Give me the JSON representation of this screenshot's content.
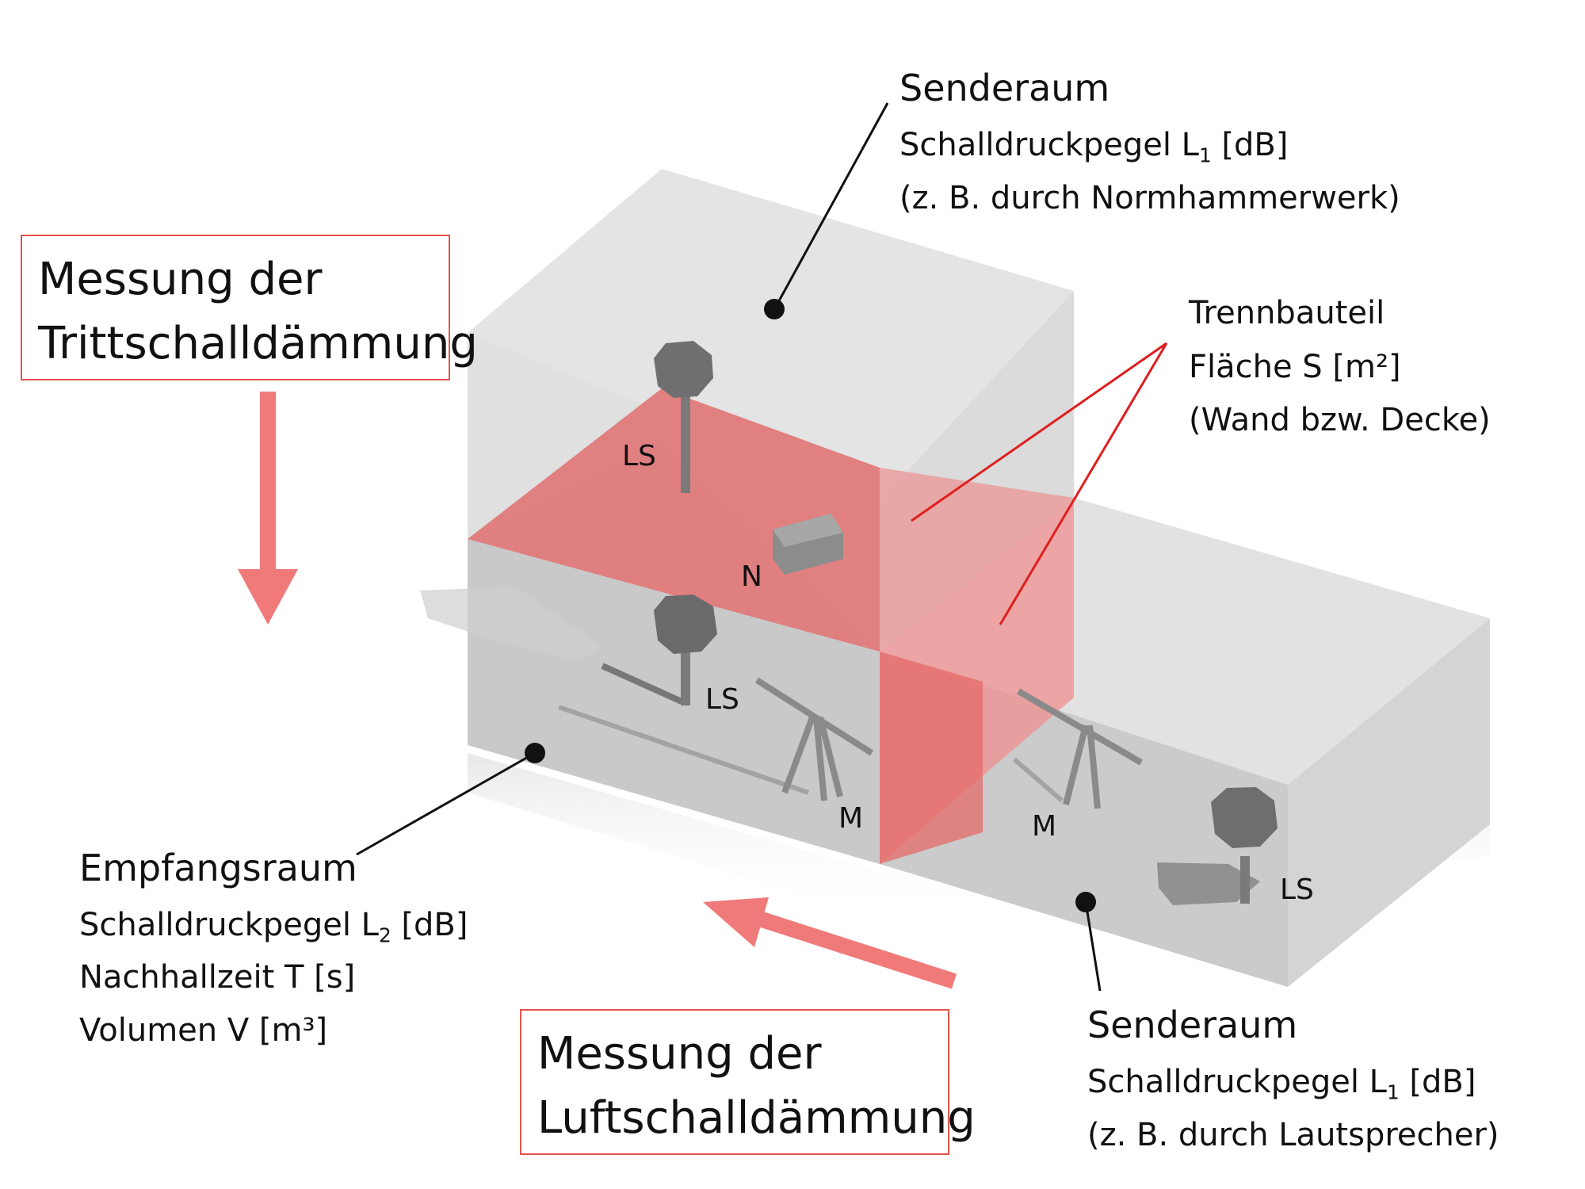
{
  "labels": {
    "senderaum_top": {
      "title": "Senderaum",
      "line1_pre": "Schalldruckpegel L",
      "line1_sub": "1",
      "line1_post": " [dB]",
      "line2": "(z. B. durch Normhammerwerk)"
    },
    "trennbauteil": {
      "title": "Trennbauteil",
      "line1": "Fläche S [m²]",
      "line2": "(Wand bzw. Decke)"
    },
    "empfangsraum": {
      "title": "Empfangsraum",
      "line1_pre": "Schalldruckpegel L",
      "line1_sub": "2",
      "line1_post": " [dB]",
      "line2": "Nachhallzeit T [s]",
      "line3": "Volumen V [m³]"
    },
    "senderaum_bottom": {
      "title": "Senderaum",
      "line1_pre": "Schalldruckpegel L",
      "line1_sub": "1",
      "line1_post": " [dB]",
      "line2": "(z. B. durch Lautsprecher)"
    }
  },
  "boxes": {
    "tritt": {
      "line1": "Messung der",
      "line2": "Trittschalldämmung"
    },
    "luft": {
      "line1": "Messung der",
      "line2": "Luftschalldämmung"
    }
  },
  "equipment": {
    "ls_upper": "LS",
    "n": "N",
    "ls_lower": "LS",
    "m_left": "M",
    "m_right": "M",
    "ls_right": "LS"
  },
  "colors": {
    "accent": "#e0554f",
    "partition": "#e07272",
    "room": "#d9d9d9",
    "arrow": "#f07a7a",
    "leader": "#111111"
  }
}
